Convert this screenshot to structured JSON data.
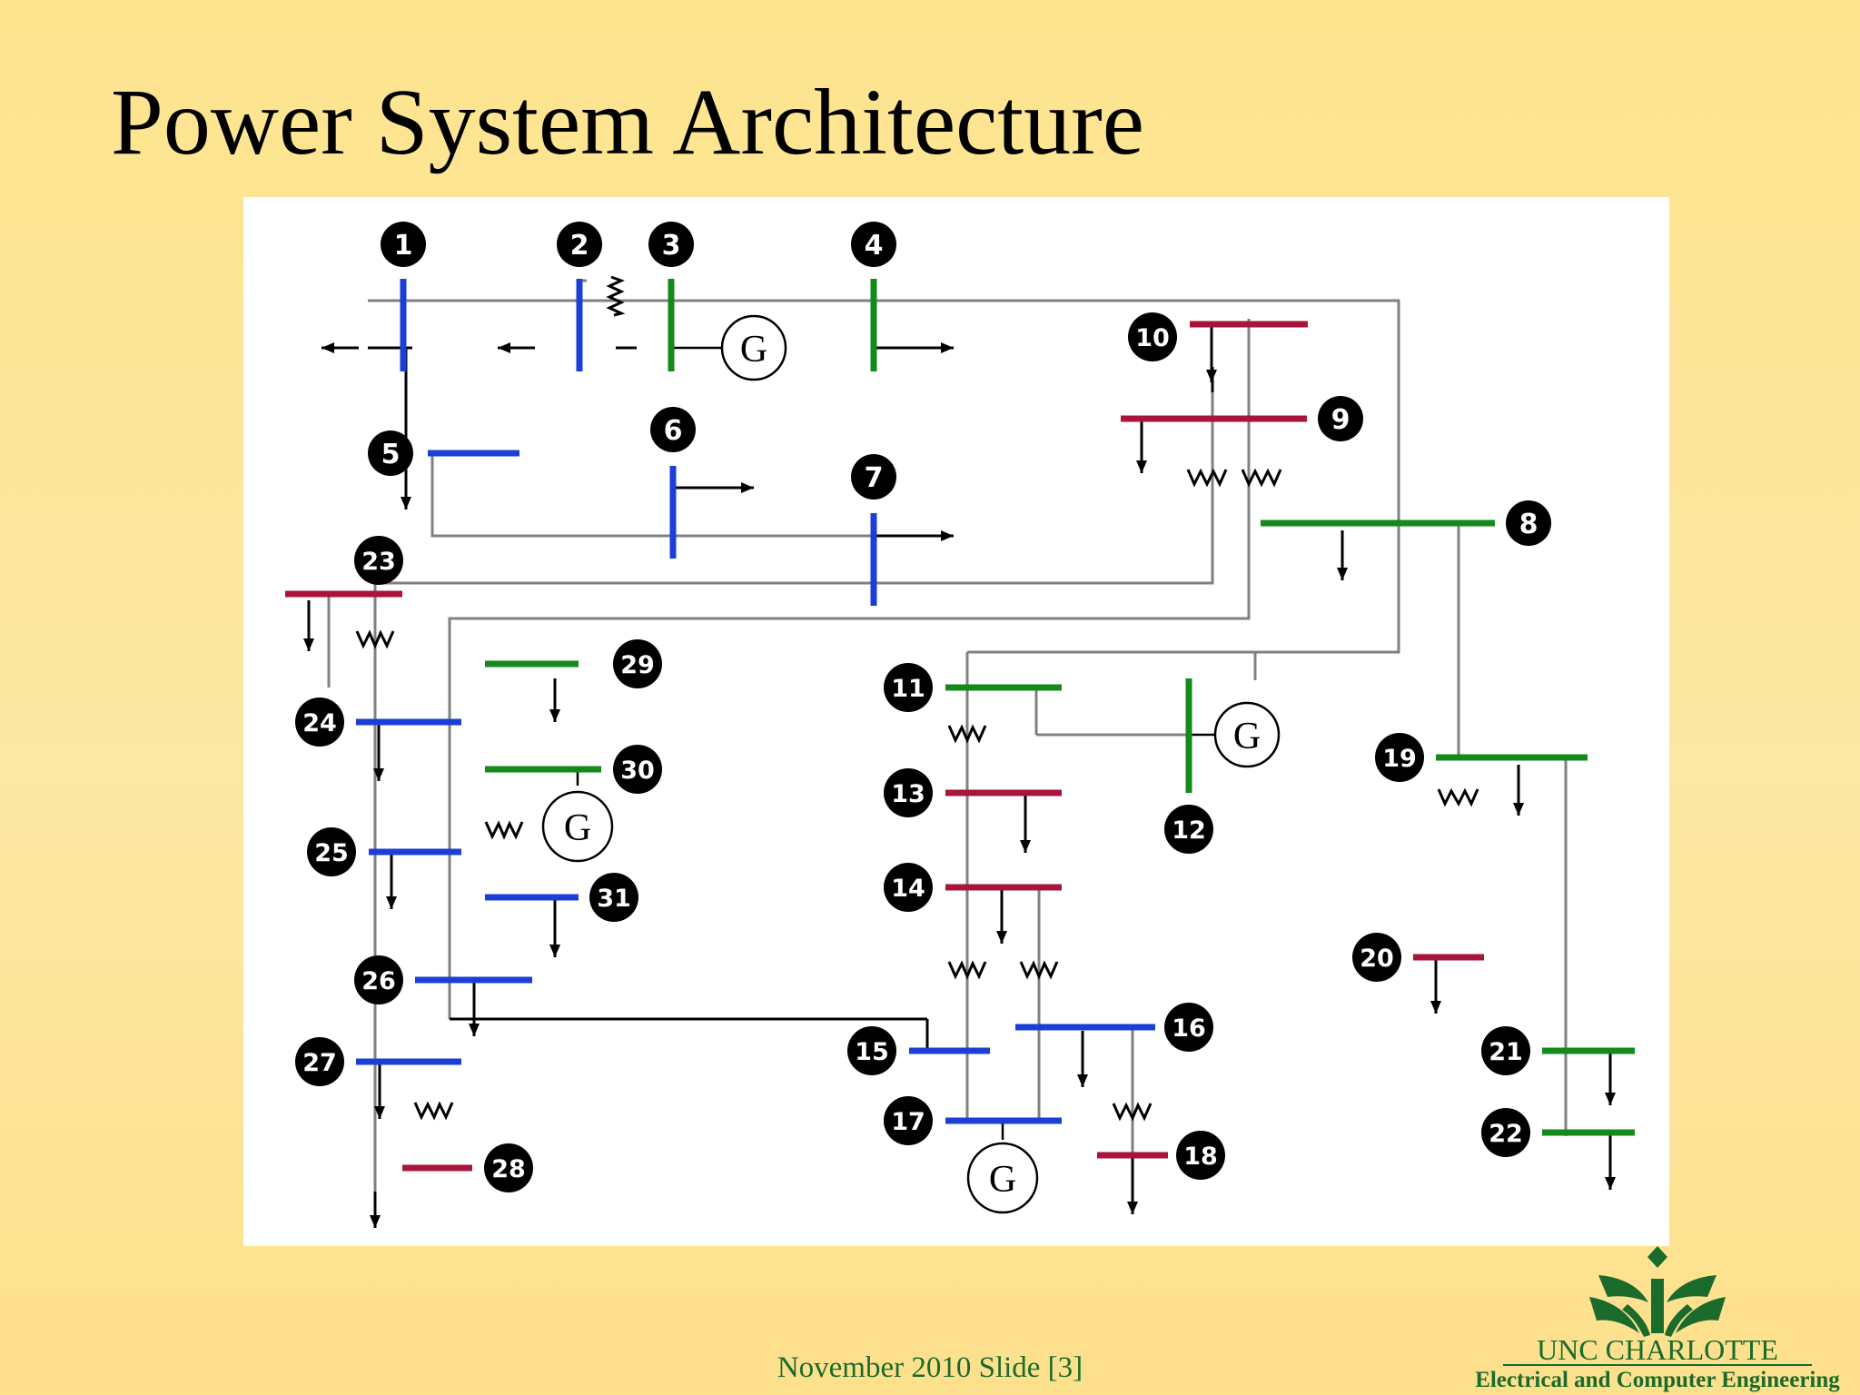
{
  "slide": {
    "title": "Power System Architecture",
    "footer": "November 2010 Slide [3]"
  },
  "logo": {
    "name": "UNC CHARLOTTE",
    "department": "Electrical and Computer Engineering"
  },
  "diagram": {
    "buses": [
      "1",
      "2",
      "3",
      "4",
      "5",
      "6",
      "7",
      "8",
      "9",
      "10",
      "11",
      "12",
      "13",
      "14",
      "15",
      "16",
      "17",
      "18",
      "19",
      "20",
      "21",
      "22",
      "23",
      "24",
      "25",
      "26",
      "27",
      "28",
      "29",
      "30",
      "31"
    ],
    "generator_label": "G",
    "colors": {
      "blue_bus": "#1b3fd6",
      "green_bus": "#138a1a",
      "red_bus": "#a8143a",
      "line": "#808080",
      "wire": "#000000"
    }
  }
}
